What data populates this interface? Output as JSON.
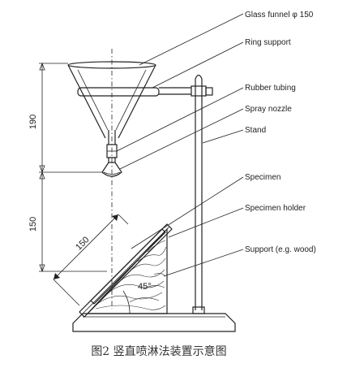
{
  "labels": {
    "glass_funnel": "Glass funnel φ 150",
    "ring_support": "Ring support",
    "rubber_tubing": "Rubber tubing",
    "spray_nozzle": "Spray nozzle",
    "stand": "Stand",
    "specimen": "Specimen",
    "specimen_holder": "Specimen holder",
    "support": "Support (e.g. wood)"
  },
  "dimensions": {
    "vertical_upper": "190",
    "vertical_lower": "150",
    "diagonal": "150",
    "angle": "45°"
  },
  "caption": "图2  竖直喷淋法装置示意图"
}
